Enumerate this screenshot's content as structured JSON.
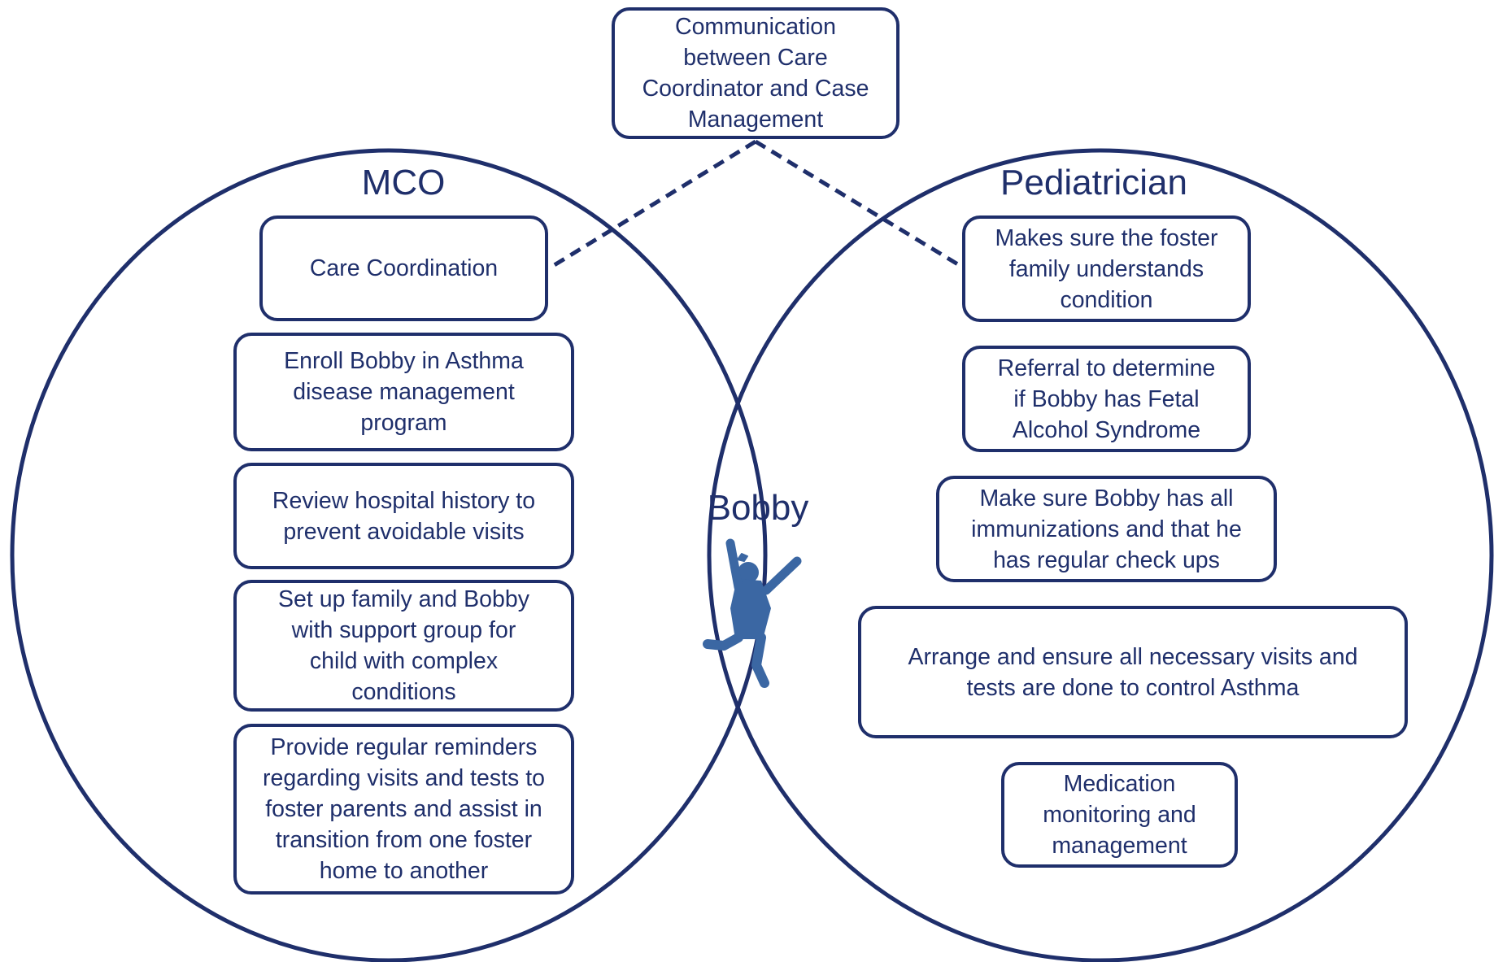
{
  "colors": {
    "stroke": "#1f2f6b",
    "text": "#1f2f6b",
    "figure": "#3b67a3",
    "background": "#ffffff"
  },
  "top_box": {
    "text": "Communication\nbetween Care\nCoordinator and Case\nManagement"
  },
  "mco": {
    "title": "MCO",
    "items": [
      "Care Coordination",
      "Enroll Bobby in Asthma\ndisease management\nprogram",
      "Review hospital history to\nprevent avoidable visits",
      "Set up family and Bobby\nwith support group for\nchild with complex\nconditions",
      "Provide regular reminders\nregarding visits and tests to\nfoster parents and assist in\ntransition from one foster\nhome to another"
    ]
  },
  "pediatrician": {
    "title": "Pediatrician",
    "items": [
      "Makes sure the foster\nfamily understands\ncondition",
      "Referral to determine\nif Bobby has Fetal\nAlcohol Syndrome",
      "Make sure Bobby has all\nimmunizations and that he\nhas regular check ups",
      "Arrange and ensure all necessary visits and\ntests are done to control Asthma",
      "Medication\nmonitoring and\nmanagement"
    ]
  },
  "center": {
    "label": "Bobby",
    "figure_icon": "jumping-child-icon"
  }
}
